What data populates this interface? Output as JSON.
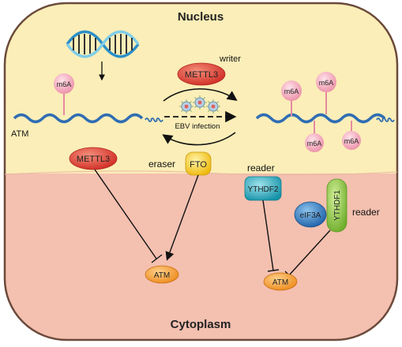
{
  "labels": {
    "nucleus": "Nucleus",
    "cytoplasm": "Cytoplasm",
    "atm_gene": "ATM",
    "writer": "writer",
    "eraser": "eraser",
    "reader_ythdf2": "reader",
    "reader_ythdf1": "reader",
    "ebv_infection": "EBV infection"
  },
  "proteins": {
    "mettl3_writer": "METTL3",
    "mettl3_cyto": "METTL3",
    "fto": "FTO",
    "ythdf2": "YTHDF2",
    "ythdf1": "YTHDF1",
    "eif3a": "eIF3A",
    "atm_left": "ATM",
    "atm_right": "ATM"
  },
  "m6a": {
    "left": "m6A",
    "right_1": "m6A",
    "right_2": "m6A",
    "right_3": "m6A",
    "right_4": "m6A"
  },
  "colors": {
    "nucleus": "#fbeeb8",
    "cytoplasm": "#f4c0b0",
    "outline": "#6b4a3a",
    "rna": "#2f6db3",
    "m6a": "#f2a2b6",
    "mettl3": "#d9342b",
    "fto": "#f2c318",
    "ythdf2": "#1fa8bd",
    "ythdf1": "#8cc63f",
    "eif3a": "#2a6fb5",
    "atm": "#f29a2e"
  }
}
